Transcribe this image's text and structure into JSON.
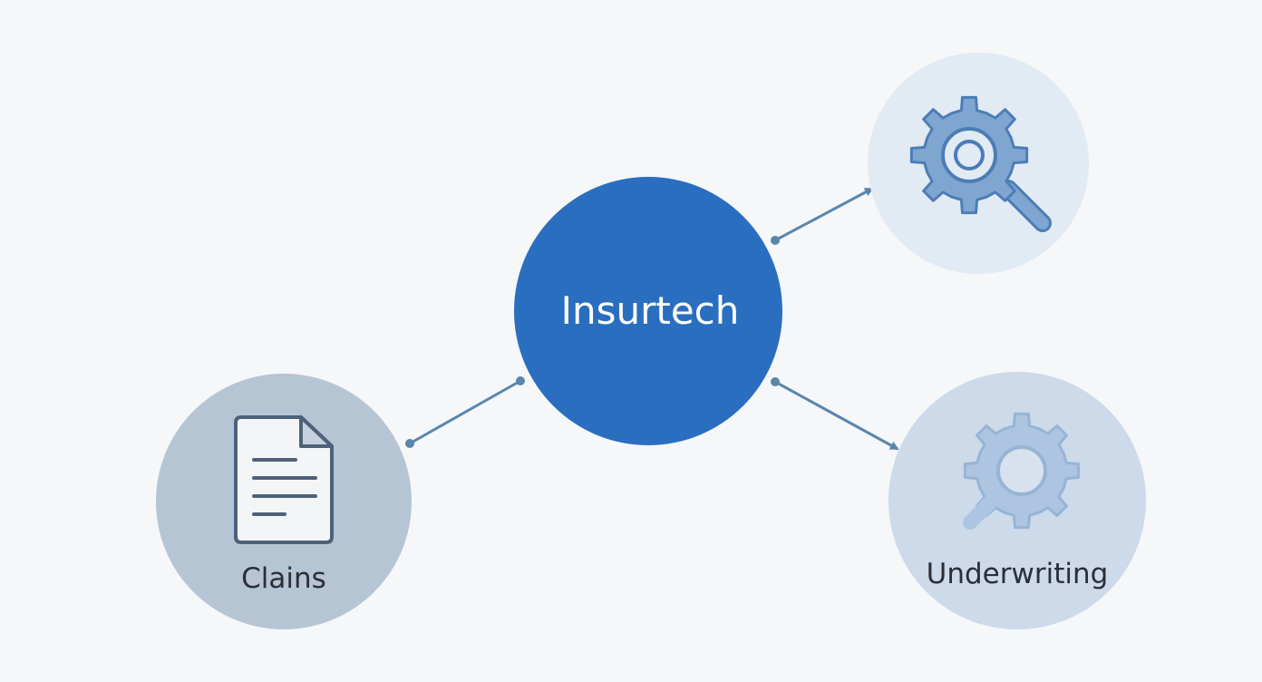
{
  "diagram": {
    "center": {
      "label": "Insurtech"
    },
    "nodes": [
      {
        "label": "Clains",
        "icon": "document-icon"
      },
      {
        "label": "",
        "icon": "gear-magnifier-icon"
      },
      {
        "label": "Underwriting",
        "icon": "gear-magnifier-icon"
      }
    ]
  },
  "colors": {
    "background": "#f5f7f9",
    "center_fill": "#2a6ebf",
    "claims_fill": "#b6c5d4",
    "top_node_fill": "#e2eaf3",
    "bottom_node_fill": "#ccdaea",
    "connector": "#5a86ad",
    "icon_fill": "#7fa6d1",
    "icon_stroke": "#4c7db5",
    "text_dark": "#2b2f36"
  }
}
